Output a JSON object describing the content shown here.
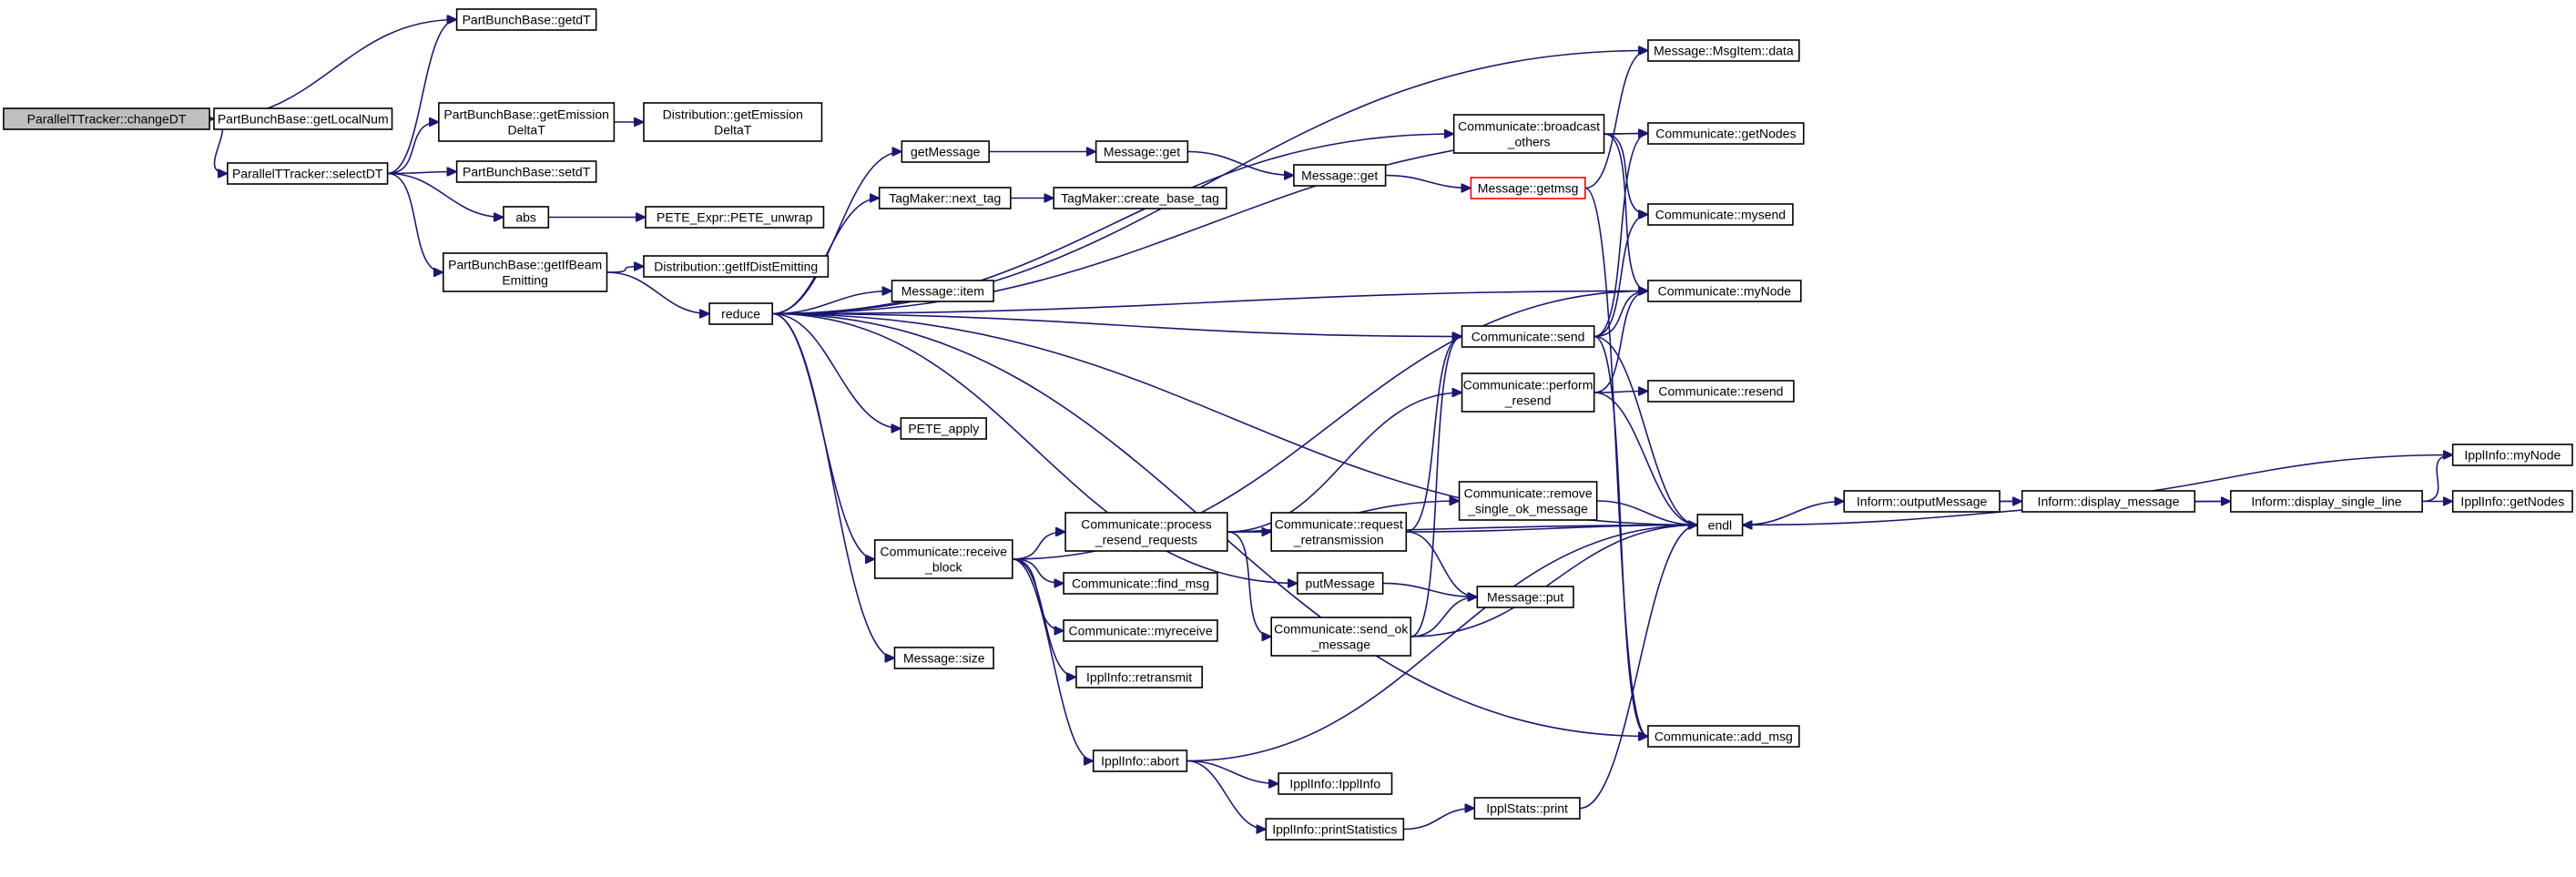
{
  "colors": {
    "edge": "#191970",
    "node_border": "#000000",
    "root_fill": "#bfbfbf",
    "highlight_border": "#ff0000",
    "background": "#ffffff"
  },
  "nodes": [
    {
      "id": "changeDT",
      "lines": [
        "ParallelTTracker::changeDT"
      ],
      "style": "root"
    },
    {
      "id": "getdT",
      "lines": [
        "PartBunchBase::getdT"
      ]
    },
    {
      "id": "getLocalNum",
      "lines": [
        "PartBunchBase::getLocalNum"
      ]
    },
    {
      "id": "selectDT",
      "lines": [
        "ParallelTTracker::selectDT"
      ]
    },
    {
      "id": "pbbGetEmission",
      "lines": [
        "PartBunchBase::getEmission",
        "DeltaT"
      ]
    },
    {
      "id": "distGetEmission",
      "lines": [
        "Distribution::getEmission",
        "DeltaT"
      ]
    },
    {
      "id": "setdT",
      "lines": [
        "PartBunchBase::setdT"
      ]
    },
    {
      "id": "abs",
      "lines": [
        "abs"
      ]
    },
    {
      "id": "peteUnwrap",
      "lines": [
        "PETE_Expr::PETE_unwrap"
      ]
    },
    {
      "id": "getIfBeam",
      "lines": [
        "PartBunchBase::getIfBeam",
        "Emitting"
      ]
    },
    {
      "id": "distGetIfDist",
      "lines": [
        "Distribution::getIfDistEmitting"
      ]
    },
    {
      "id": "reduce",
      "lines": [
        "reduce"
      ]
    },
    {
      "id": "getMessage",
      "lines": [
        "getMessage"
      ]
    },
    {
      "id": "messageGet1",
      "lines": [
        "Message::get"
      ]
    },
    {
      "id": "messageGet2",
      "lines": [
        "Message::get"
      ]
    },
    {
      "id": "getmsg",
      "lines": [
        "Message::getmsg"
      ],
      "style": "red"
    },
    {
      "id": "msgItemData",
      "lines": [
        "Message::MsgItem::data"
      ]
    },
    {
      "id": "nextTag",
      "lines": [
        "TagMaker::next_tag"
      ]
    },
    {
      "id": "createBaseTag",
      "lines": [
        "TagMaker::create_base_tag"
      ]
    },
    {
      "id": "broadcastOthers",
      "lines": [
        "Communicate::broadcast",
        "_others"
      ]
    },
    {
      "id": "getNodes",
      "lines": [
        "Communicate::getNodes"
      ]
    },
    {
      "id": "mysend",
      "lines": [
        "Communicate::mysend"
      ]
    },
    {
      "id": "messageItem",
      "lines": [
        "Message::item"
      ]
    },
    {
      "id": "commMyNode",
      "lines": [
        "Communicate::myNode"
      ]
    },
    {
      "id": "commSend",
      "lines": [
        "Communicate::send"
      ]
    },
    {
      "id": "performResend",
      "lines": [
        "Communicate::perform",
        "_resend"
      ]
    },
    {
      "id": "resend",
      "lines": [
        "Communicate::resend"
      ]
    },
    {
      "id": "peteApply",
      "lines": [
        "PETE_apply"
      ]
    },
    {
      "id": "removeSingleOk",
      "lines": [
        "Communicate::remove",
        "_single_ok_message"
      ]
    },
    {
      "id": "endl",
      "lines": [
        "endl"
      ]
    },
    {
      "id": "outputMessage",
      "lines": [
        "Inform::outputMessage"
      ]
    },
    {
      "id": "displayMessage",
      "lines": [
        "Inform::display_message"
      ]
    },
    {
      "id": "displaySingleLine",
      "lines": [
        "Inform::display_single_line"
      ]
    },
    {
      "id": "ipplMyNode",
      "lines": [
        "IpplInfo::myNode"
      ]
    },
    {
      "id": "ipplGetNodes",
      "lines": [
        "IpplInfo::getNodes"
      ]
    },
    {
      "id": "receiveBlock",
      "lines": [
        "Communicate::receive",
        "_block"
      ]
    },
    {
      "id": "processResend",
      "lines": [
        "Communicate::process",
        "_resend_requests"
      ]
    },
    {
      "id": "requestRetrans",
      "lines": [
        "Communicate::request",
        "_retransmission"
      ]
    },
    {
      "id": "putMessage",
      "lines": [
        "putMessage"
      ]
    },
    {
      "id": "messagePut",
      "lines": [
        "Message::put"
      ]
    },
    {
      "id": "findMsg",
      "lines": [
        "Communicate::find_msg"
      ]
    },
    {
      "id": "sendOk",
      "lines": [
        "Communicate::send_ok",
        "_message"
      ]
    },
    {
      "id": "myreceive",
      "lines": [
        "Communicate::myreceive"
      ]
    },
    {
      "id": "retransmit",
      "lines": [
        "IpplInfo::retransmit"
      ]
    },
    {
      "id": "messageSize",
      "lines": [
        "Message::size"
      ]
    },
    {
      "id": "addMsg",
      "lines": [
        "Communicate::add_msg"
      ]
    },
    {
      "id": "ipplAbort",
      "lines": [
        "IpplInfo::abort"
      ]
    },
    {
      "id": "ipplInfoCtor",
      "lines": [
        "IpplInfo::IpplInfo"
      ]
    },
    {
      "id": "ipplStatsPrint",
      "lines": [
        "IpplStats::print"
      ]
    },
    {
      "id": "printStatistics",
      "lines": [
        "IpplInfo::printStatistics"
      ]
    }
  ],
  "edges": [
    [
      "changeDT",
      "getdT"
    ],
    [
      "changeDT",
      "getLocalNum"
    ],
    [
      "changeDT",
      "selectDT"
    ],
    [
      "selectDT",
      "getdT"
    ],
    [
      "selectDT",
      "pbbGetEmission"
    ],
    [
      "selectDT",
      "setdT"
    ],
    [
      "selectDT",
      "abs"
    ],
    [
      "selectDT",
      "getIfBeam"
    ],
    [
      "pbbGetEmission",
      "distGetEmission"
    ],
    [
      "abs",
      "peteUnwrap"
    ],
    [
      "getIfBeam",
      "distGetIfDist"
    ],
    [
      "getIfBeam",
      "reduce"
    ],
    [
      "reduce",
      "msgItemData"
    ],
    [
      "reduce",
      "getNodes"
    ],
    [
      "reduce",
      "broadcastOthers"
    ],
    [
      "reduce",
      "getMessage"
    ],
    [
      "reduce",
      "nextTag"
    ],
    [
      "reduce",
      "messageItem"
    ],
    [
      "reduce",
      "commMyNode"
    ],
    [
      "reduce",
      "commSend"
    ],
    [
      "reduce",
      "peteApply"
    ],
    [
      "reduce",
      "endl"
    ],
    [
      "reduce",
      "receiveBlock"
    ],
    [
      "reduce",
      "putMessage"
    ],
    [
      "reduce",
      "messageSize"
    ],
    [
      "reduce",
      "addMsg"
    ],
    [
      "getMessage",
      "messageGet1"
    ],
    [
      "messageGet1",
      "messageGet2"
    ],
    [
      "messageGet2",
      "getmsg"
    ],
    [
      "getmsg",
      "msgItemData"
    ],
    [
      "getmsg",
      "addMsg"
    ],
    [
      "nextTag",
      "createBaseTag"
    ],
    [
      "broadcastOthers",
      "getNodes"
    ],
    [
      "broadcastOthers",
      "mysend"
    ],
    [
      "broadcastOthers",
      "commMyNode"
    ],
    [
      "commSend",
      "getNodes"
    ],
    [
      "commSend",
      "mysend"
    ],
    [
      "commSend",
      "commMyNode"
    ],
    [
      "commSend",
      "endl"
    ],
    [
      "commSend",
      "addMsg"
    ],
    [
      "performResend",
      "resend"
    ],
    [
      "performResend",
      "commMyNode"
    ],
    [
      "performResend",
      "endl"
    ],
    [
      "removeSingleOk",
      "endl"
    ],
    [
      "receiveBlock",
      "processResend"
    ],
    [
      "receiveBlock",
      "findMsg"
    ],
    [
      "receiveBlock",
      "myreceive"
    ],
    [
      "receiveBlock",
      "retransmit"
    ],
    [
      "receiveBlock",
      "ipplAbort"
    ],
    [
      "receiveBlock",
      "commMyNode"
    ],
    [
      "processResend",
      "requestRetrans"
    ],
    [
      "processResend",
      "performResend"
    ],
    [
      "processResend",
      "removeSingleOk"
    ],
    [
      "processResend",
      "sendOk"
    ],
    [
      "processResend",
      "endl"
    ],
    [
      "requestRetrans",
      "commSend"
    ],
    [
      "requestRetrans",
      "messagePut"
    ],
    [
      "requestRetrans",
      "endl"
    ],
    [
      "putMessage",
      "messagePut"
    ],
    [
      "sendOk",
      "commSend"
    ],
    [
      "sendOk",
      "messagePut"
    ],
    [
      "sendOk",
      "endl"
    ],
    [
      "ipplAbort",
      "ipplInfoCtor"
    ],
    [
      "ipplAbort",
      "printStatistics"
    ],
    [
      "ipplAbort",
      "endl"
    ],
    [
      "printStatistics",
      "ipplStatsPrint"
    ],
    [
      "ipplStatsPrint",
      "endl"
    ],
    [
      "endl",
      "outputMessage"
    ],
    [
      "outputMessage",
      "displayMessage"
    ],
    [
      "outputMessage",
      "ipplMyNode"
    ],
    [
      "displayMessage",
      "displaySingleLine"
    ],
    [
      "displaySingleLine",
      "endl"
    ],
    [
      "displaySingleLine",
      "ipplMyNode"
    ],
    [
      "displaySingleLine",
      "ipplGetNodes"
    ]
  ]
}
